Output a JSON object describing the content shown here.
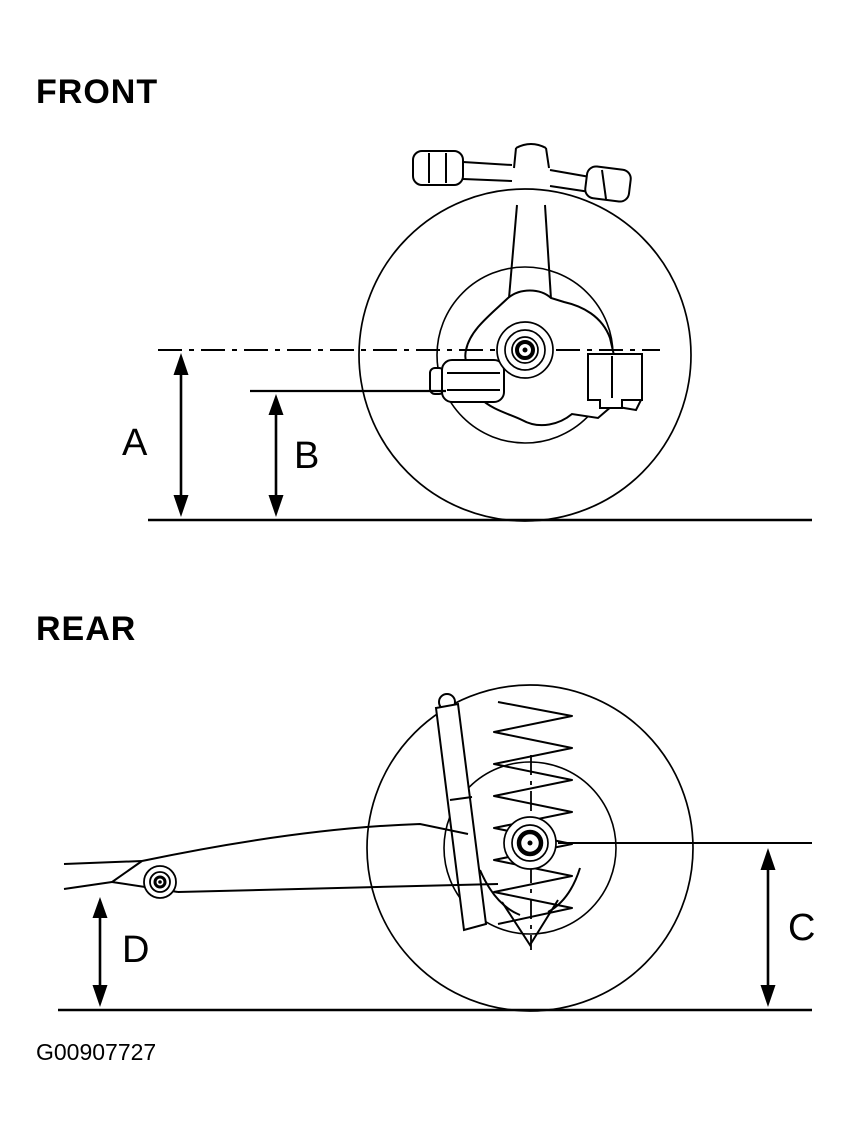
{
  "figure": {
    "front_label": "FRONT",
    "rear_label": "REAR",
    "figure_id": "G00907727",
    "dimensions": {
      "a": "A",
      "b": "B",
      "c": "C",
      "d": "D"
    }
  },
  "colors": {
    "line": "#000000",
    "background": "#ffffff"
  }
}
